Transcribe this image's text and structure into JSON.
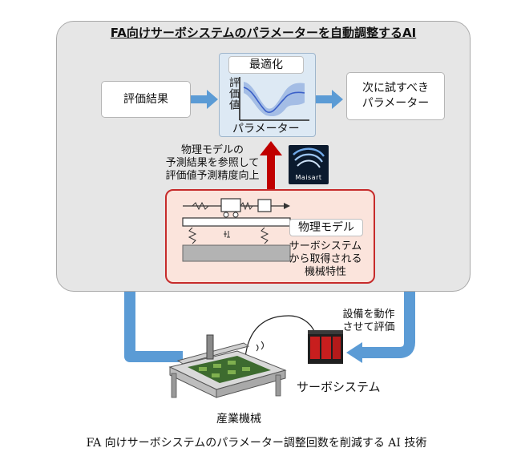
{
  "panel": {
    "title": "FA向けサーボシステムのパラメーターを自動調整するAI"
  },
  "nodes": {
    "evaluation": "評価結果",
    "next_params_line1": "次に試すべき",
    "next_params_line2": "パラメーター",
    "optimization_title": "最適化",
    "y_axis": "評価値",
    "x_axis": "パラメーター",
    "physical_model": "物理モデル"
  },
  "notes": {
    "refer_line1": "物理モデルの",
    "refer_line2": "予測結果を参照して",
    "refer_line3": "評価値予測精度向上",
    "servo_line1": "サーボシステム",
    "servo_line2": "から取得される",
    "servo_line3": "機械特性",
    "operate_line1": "設備を動作",
    "operate_line2": "させて評価"
  },
  "logo": {
    "text": "Maisart"
  },
  "labels": {
    "servo_system": "サーボシステム",
    "industrial_machine": "産業機械"
  },
  "caption": "FA 向けサーボシステムのパラメーター調整回数を削減する AI 技術",
  "colors": {
    "arrow_blue": "#5b9bd5",
    "arrow_red": "#c00000",
    "model_border": "#c62b2b",
    "panel_fill": "#e6e6e6"
  }
}
